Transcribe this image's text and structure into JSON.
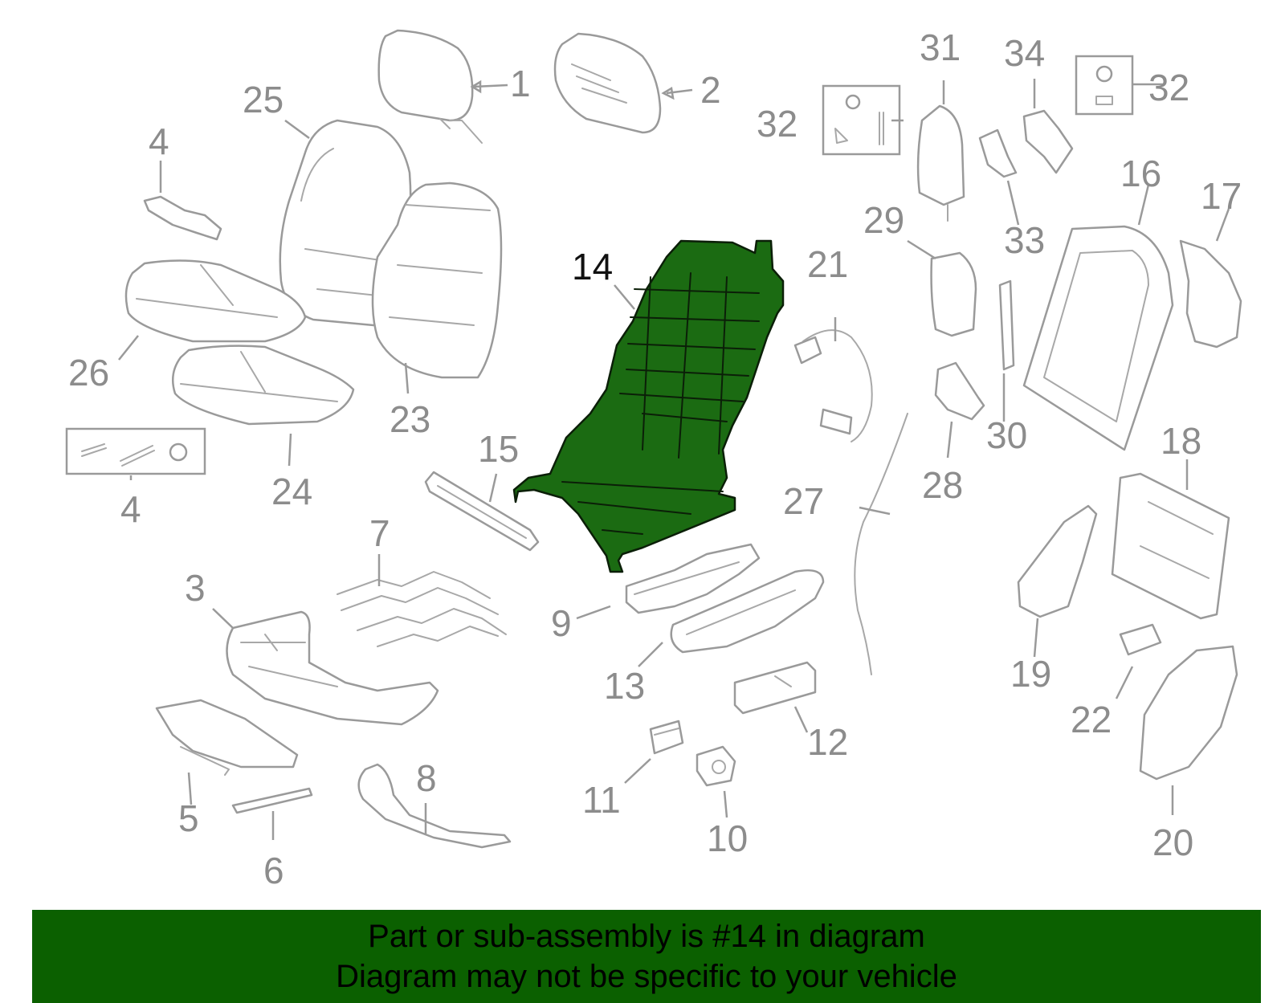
{
  "diagram": {
    "highlighted_part": "14",
    "part_numbers": [
      "1",
      "2",
      "3",
      "4",
      "4",
      "5",
      "6",
      "7",
      "8",
      "9",
      "10",
      "11",
      "12",
      "13",
      "14",
      "15",
      "16",
      "17",
      "18",
      "19",
      "20",
      "21",
      "22",
      "23",
      "24",
      "25",
      "26",
      "27",
      "28",
      "29",
      "30",
      "31",
      "32",
      "32",
      "33",
      "34"
    ],
    "colors": {
      "highlight_fill": "#1b6b12",
      "banner_bg": "#0b6000",
      "part_stroke": "#9a9a9a",
      "label_gray": "#8c8c8c"
    }
  },
  "banner": {
    "line1": "Part or sub-assembly is #14 in diagram",
    "line2": "Diagram may not be specific to your vehicle"
  }
}
